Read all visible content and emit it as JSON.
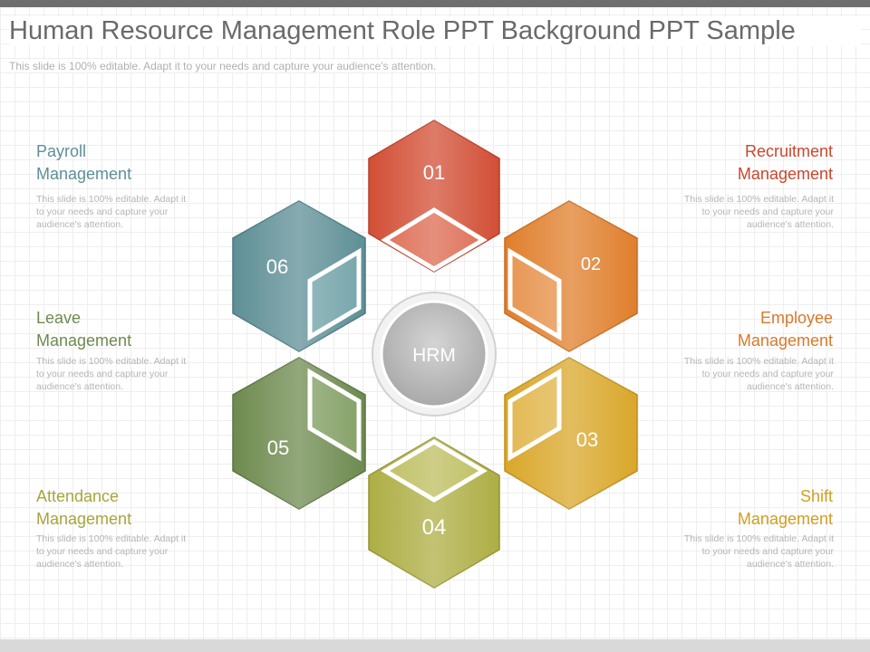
{
  "title": "Human Resource Management Role PPT Background PPT Sample",
  "subtitle": "This slide is 100% editable. Adapt it to your needs and capture your audience's attention.",
  "center": {
    "label": "HRM"
  },
  "segments": [
    {
      "number": "01",
      "label_line1": "Recruitment",
      "label_line2": "Management",
      "color": "#d24f35"
    },
    {
      "number": "02",
      "label_line1": "Employee",
      "label_line2": "Management",
      "color": "#e07f2c"
    },
    {
      "number": "03",
      "label_line1": "Shift",
      "label_line2": "Management",
      "color": "#d9a72a"
    },
    {
      "number": "04",
      "label_line1": "Attendance",
      "label_line2": "Management",
      "color": "#aeae45"
    },
    {
      "number": "05",
      "label_line1": "Leave",
      "label_line2": "Management",
      "color": "#6e8a4f"
    },
    {
      "number": "06",
      "label_line1": "Payroll",
      "label_line2": "Management",
      "color": "#5e8f96"
    }
  ],
  "descriptions": {
    "line1": "This slide is 100% editable. Adapt it",
    "line2": "to your needs and capture your",
    "line3": "audience's attention."
  }
}
